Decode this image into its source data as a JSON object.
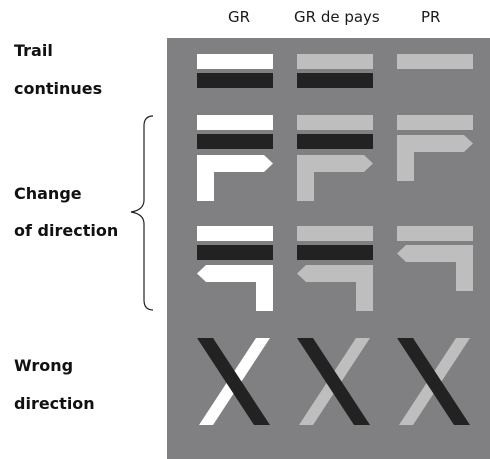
{
  "columns": [
    "GR",
    "GR de pays",
    "PR"
  ],
  "rows": {
    "trail_continues": [
      "Trail",
      "continues"
    ],
    "change_of_direction": [
      "Change",
      "of direction"
    ],
    "wrong_direction": [
      "Wrong",
      "direction"
    ]
  },
  "colors": {
    "panel": "#808083",
    "white": "#ffffff",
    "light_gray": "#bebebe",
    "black": "#222222"
  }
}
